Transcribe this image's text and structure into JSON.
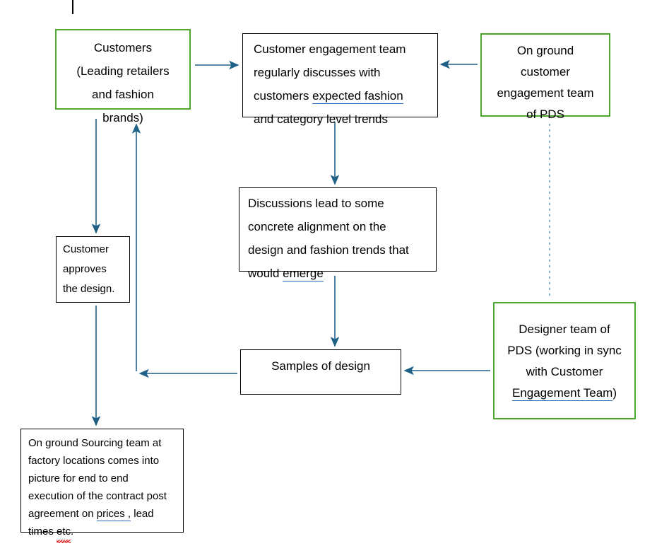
{
  "diagram": {
    "title": "Customer engagement and design flow",
    "colors": {
      "green_border": "#4EA72E",
      "black_border": "#000000",
      "arrow": "#1F6087",
      "dashed_line": "#5B9BC4",
      "grammar_underline": "#2B6CB8",
      "spelling_underline": "#E03030",
      "background": "#FFFFFF"
    },
    "nodes": {
      "customers": {
        "lines": [
          "Customers",
          "(Leading retailers",
          "and fashion",
          "brands)"
        ],
        "border": "green"
      },
      "engagement": {
        "line1": "Customer engagement team",
        "line2": "regularly discusses with",
        "line3_prefix": "customers ",
        "line3_marked": "expected  fashion",
        "line4": "and category level trends",
        "border": "black"
      },
      "on_ground": {
        "lines": [
          "On ground",
          "customer",
          "engagement team",
          "of PDS"
        ],
        "border": "green"
      },
      "discussions": {
        "line1": "Discussions lead to some",
        "line2": "concrete alignment on the",
        "line3": "design and fashion trends that",
        "line4_prefix": "would ",
        "line4_marked": "emerge",
        "border": "black"
      },
      "samples": {
        "label": "Samples of design",
        "border": "black"
      },
      "designer": {
        "line1": "Designer team of",
        "line2": "PDS (working in sync",
        "line3": "with Customer",
        "line4_marked": "Engagement  Team",
        "line4_suffix": ")",
        "border": "green"
      },
      "approves": {
        "lines": [
          "Customer",
          "approves",
          "the design."
        ],
        "border": "black"
      },
      "sourcing": {
        "line1": "On ground Sourcing team at",
        "line2": "factory locations comes into",
        "line3": "picture for end to end",
        "line4": "execution of the contract post",
        "line5_prefix": "agreement on ",
        "line5_marked": "prices ,",
        "line5_suffix": " lead",
        "line6_prefix": "times ",
        "line6_misspelled": "etc",
        "line6_suffix": ".",
        "border": "black"
      }
    },
    "connectors": [
      {
        "name": "customers-to-engagement",
        "from": "customers",
        "to": "engagement",
        "style": "solid",
        "direction": "right"
      },
      {
        "name": "onground-to-engagement",
        "from": "on_ground",
        "to": "engagement",
        "style": "solid",
        "direction": "left"
      },
      {
        "name": "engagement-to-discussions",
        "from": "engagement",
        "to": "discussions",
        "style": "solid",
        "direction": "down"
      },
      {
        "name": "discussions-to-samples",
        "from": "discussions",
        "to": "samples",
        "style": "solid",
        "direction": "down"
      },
      {
        "name": "designer-to-samples",
        "from": "designer",
        "to": "samples",
        "style": "solid",
        "direction": "left"
      },
      {
        "name": "samples-to-approves",
        "from": "samples",
        "to": "approves",
        "style": "solid",
        "direction": "left-up"
      },
      {
        "name": "customers-to-approves",
        "from": "customers",
        "to": "approves",
        "style": "solid",
        "direction": "down"
      },
      {
        "name": "approves-to-sourcing",
        "from": "approves",
        "to": "sourcing",
        "style": "solid",
        "direction": "down"
      },
      {
        "name": "onground-to-designer",
        "from": "on_ground",
        "to": "designer",
        "style": "dashed",
        "direction": "none"
      }
    ]
  }
}
